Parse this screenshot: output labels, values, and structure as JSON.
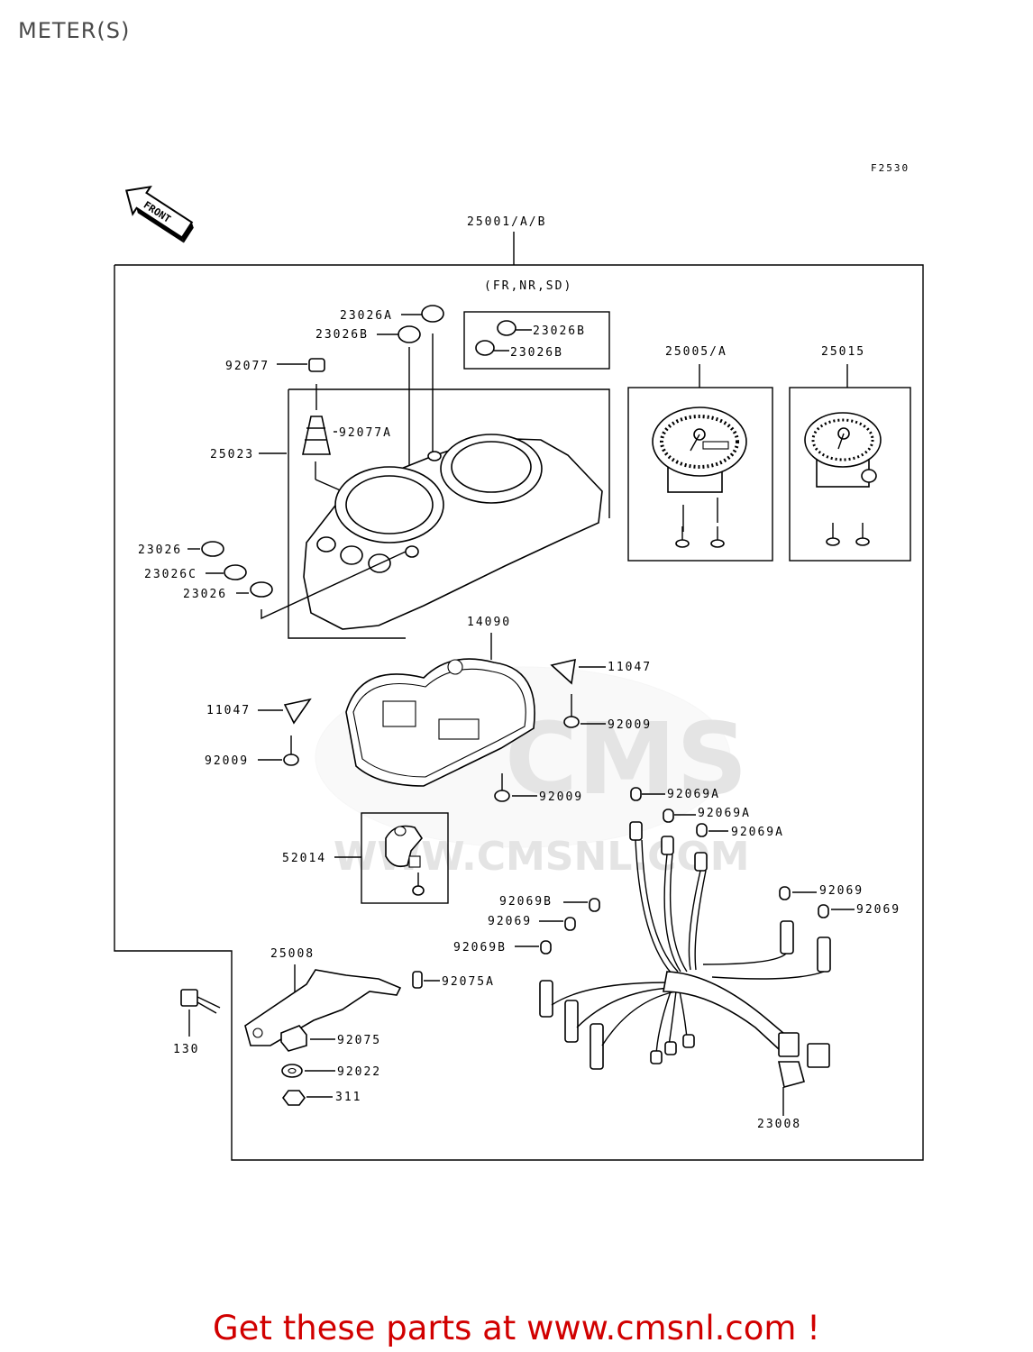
{
  "title": "METER(S)",
  "diagram_code": "F2530",
  "front_label": "FRONT",
  "footer": "Get these parts at www.cmsnl.com !",
  "watermark": {
    "brand": "CMS",
    "url": "WWW.CMSNL.COM"
  },
  "variant_note": "(FR,NR,SD)",
  "labels": {
    "assembly": "25001/A/B",
    "cap_a": "23026A",
    "cap_b": "23026B",
    "variant_cap_1": "23026B",
    "variant_cap_2": "23026B",
    "screw_92077": "92077",
    "grommet_92077a": "92077A",
    "cover": "25023",
    "grommet_left_1": "23026",
    "grommet_left_c": "23026C",
    "grommet_left_2": "23026",
    "speedometer": "25005/A",
    "tachometer": "25015",
    "case": "14090",
    "bracket_right": "11047",
    "screw_right": "92009",
    "bracket_left": "11047",
    "screw_left": "92009",
    "screw_center": "92009",
    "gear": "52014",
    "bulb_a1": "92069A",
    "bulb_a2": "92069A",
    "bulb_a3": "92069A",
    "bulb_r1": "92069",
    "bulb_r2": "92069",
    "bulb_b1": "92069B",
    "bulb_m": "92069",
    "bulb_b2": "92069B",
    "stay": "25008",
    "collar": "92075A",
    "bolt": "130",
    "damper": "92075",
    "washer": "92022",
    "nut": "311",
    "harness": "23008"
  }
}
